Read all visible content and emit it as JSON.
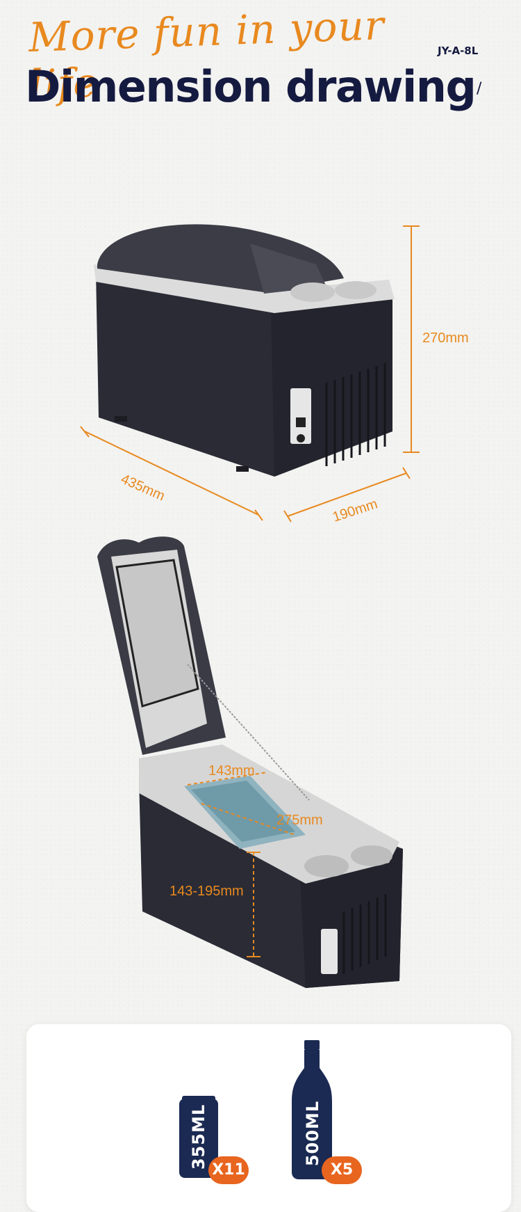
{
  "header": {
    "script_title": "More fun in your life",
    "main_title": "Dimension drawing",
    "model": "JY-A-8L",
    "slash": "/"
  },
  "dimensions_closed": {
    "height": "270mm",
    "length": "435mm",
    "width": "190mm"
  },
  "dimensions_open": {
    "inner_width": "143mm",
    "inner_length": "275mm",
    "inner_depth": "143-195mm"
  },
  "capacity": {
    "can": {
      "volume": "355ML",
      "count": "X11"
    },
    "bottle": {
      "volume": "500ML",
      "count": "X5"
    }
  },
  "colors": {
    "accent": "#e8891f",
    "navy": "#151a40",
    "badge": "#e8651f",
    "body_dark": "#2b2c36",
    "lid_grey": "#d9d9d9"
  }
}
